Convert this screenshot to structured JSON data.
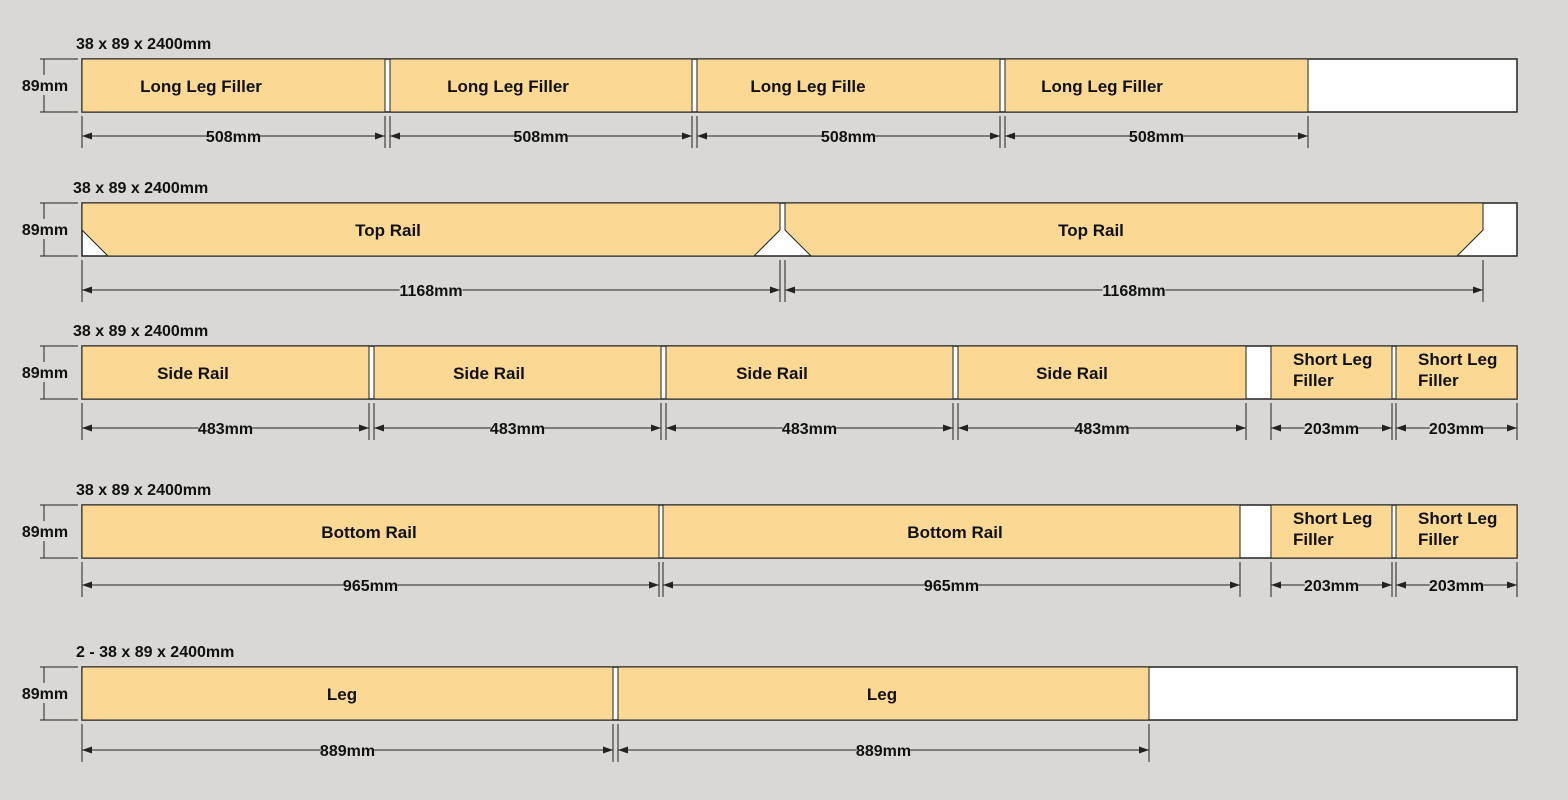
{
  "boards": [
    {
      "title": "38 x 89 x 2400mm",
      "height_label": "89mm",
      "pieces": [
        {
          "label": [
            "Long Leg Filler"
          ],
          "length": "508mm"
        },
        {
          "label": [
            "Long Leg Filler"
          ],
          "length": "508mm"
        },
        {
          "label": [
            "Long Leg Fille"
          ],
          "length": "508mm"
        },
        {
          "label": [
            "Long Leg Filler"
          ],
          "length": "508mm"
        }
      ]
    },
    {
      "title": "38 x 89 x 2400mm",
      "height_label": "89mm",
      "pieces": [
        {
          "label": [
            "Top Rail"
          ],
          "length": "1168mm",
          "mitered": true
        },
        {
          "label": [
            "Top Rail"
          ],
          "length": "1168mm",
          "mitered": true
        }
      ]
    },
    {
      "title": "38 x 89 x 2400mm",
      "height_label": "89mm",
      "pieces": [
        {
          "label": [
            "Side Rail"
          ],
          "length": "483mm"
        },
        {
          "label": [
            "Side Rail"
          ],
          "length": "483mm"
        },
        {
          "label": [
            "Side Rail"
          ],
          "length": "483mm"
        },
        {
          "label": [
            "Side Rail"
          ],
          "length": "483mm"
        },
        {
          "label": [
            "Short Leg",
            "Filler"
          ],
          "length": "203mm"
        },
        {
          "label": [
            "Short Leg",
            "Filler"
          ],
          "length": "203mm"
        }
      ]
    },
    {
      "title": "38 x 89 x 2400mm",
      "height_label": "89mm",
      "pieces": [
        {
          "label": [
            "Bottom Rail"
          ],
          "length": "965mm"
        },
        {
          "label": [
            "Bottom Rail"
          ],
          "length": "965mm"
        },
        {
          "label": [
            "Short Leg",
            "Filler"
          ],
          "length": "203mm"
        },
        {
          "label": [
            "Short Leg",
            "Filler"
          ],
          "length": "203mm"
        }
      ]
    },
    {
      "title": "2 - 38 x 89 x 2400mm",
      "height_label": "89mm",
      "pieces": [
        {
          "label": [
            "Leg"
          ],
          "length": "889mm"
        },
        {
          "label": [
            "Leg"
          ],
          "length": "889mm"
        }
      ]
    }
  ],
  "colors": {
    "background": "#d9d8d4",
    "piece_fill": "#fbd994",
    "board_fill": "#ffffff",
    "line": "#222222"
  }
}
